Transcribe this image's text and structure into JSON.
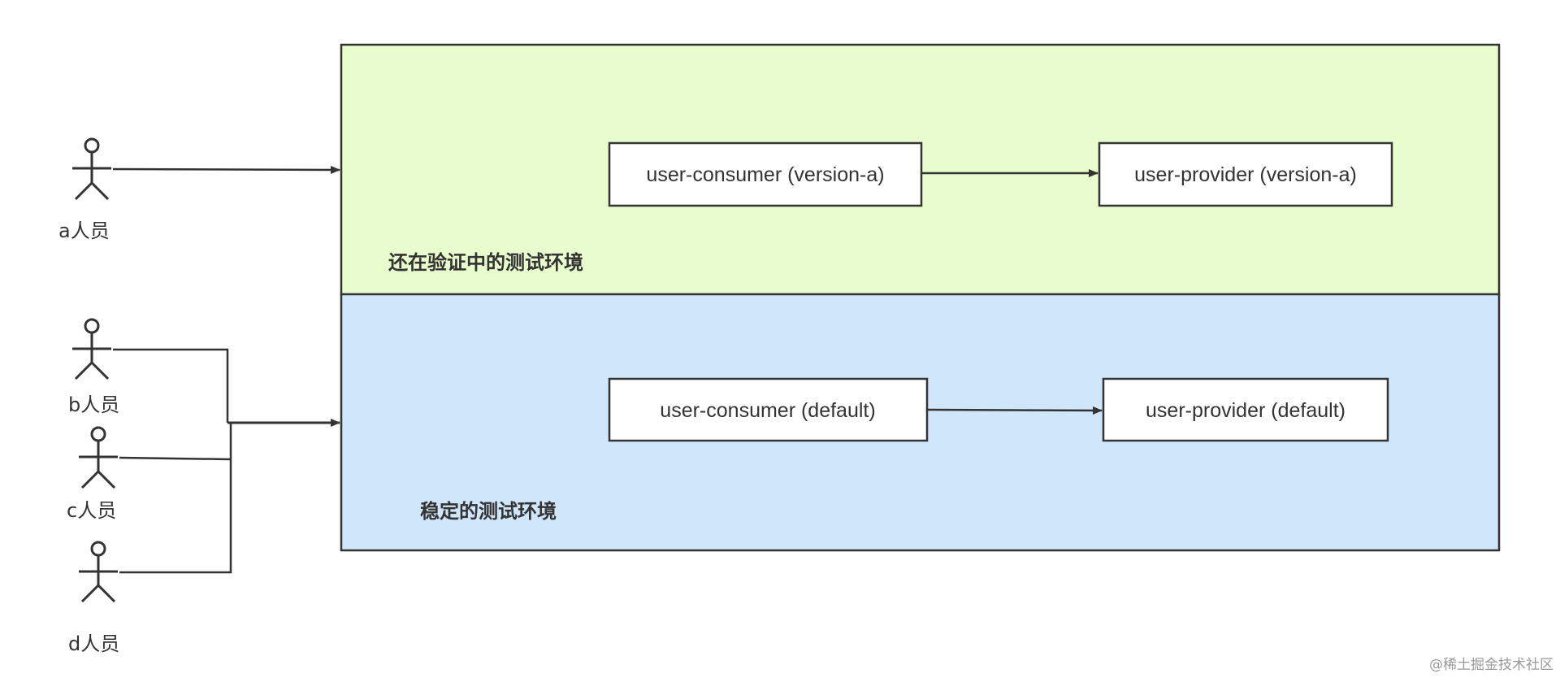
{
  "environments": {
    "testing": {
      "label": "还在验证中的测试环境",
      "fill": "#e8fccd"
    },
    "stable": {
      "label": "稳定的测试环境",
      "fill": "#d0e6fb"
    }
  },
  "services": {
    "testing_consumer": "user-consumer (version-a)",
    "testing_provider": "user-provider (version-a)",
    "stable_consumer": "user-consumer (default)",
    "stable_provider": "user-provider (default)"
  },
  "actors": {
    "a": "a人员",
    "b": "b人员",
    "c": "c人员",
    "d": "d人员"
  },
  "watermark": "@稀土掘金技术社区"
}
